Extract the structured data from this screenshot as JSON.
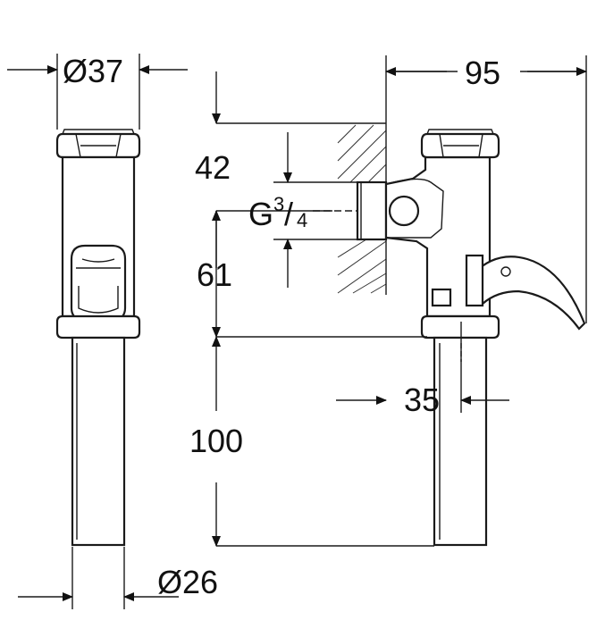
{
  "labels": {
    "diam_top": "Ø37",
    "width_total": "95",
    "h_top": "42",
    "thread_g": "G",
    "thread_sup": "3",
    "thread_slash": "/",
    "thread_sub": "4",
    "h_mid": "61",
    "offset": "35",
    "h_bottom": "100",
    "diam_bottom": "Ø26"
  }
}
